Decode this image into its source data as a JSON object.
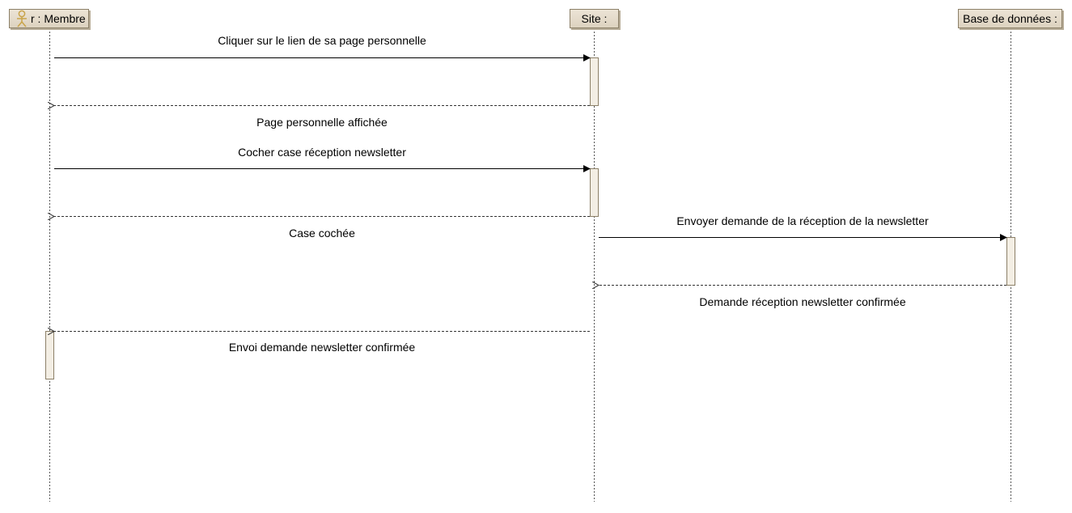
{
  "participants": [
    {
      "id": "membre",
      "label": "r : Membre",
      "icon": "actor-icon"
    },
    {
      "id": "site",
      "label": "Site :"
    },
    {
      "id": "bdd",
      "label": "Base de données :"
    }
  ],
  "messages": [
    {
      "id": "m1",
      "from": "membre",
      "to": "site",
      "kind": "call",
      "label": "Cliquer sur le lien de sa page personnelle"
    },
    {
      "id": "m2",
      "from": "site",
      "to": "membre",
      "kind": "return",
      "label": "Page personnelle affichée"
    },
    {
      "id": "m3",
      "from": "membre",
      "to": "site",
      "kind": "call",
      "label": "Cocher case réception newsletter"
    },
    {
      "id": "m4",
      "from": "site",
      "to": "membre",
      "kind": "return",
      "label": "Case cochée"
    },
    {
      "id": "m5",
      "from": "site",
      "to": "bdd",
      "kind": "call",
      "label": "Envoyer demande de la réception de la newsletter"
    },
    {
      "id": "m6",
      "from": "bdd",
      "to": "site",
      "kind": "return",
      "label": "Demande réception newsletter confirmée"
    },
    {
      "id": "m7",
      "from": "site",
      "to": "membre",
      "kind": "return",
      "label": "Envoi demande newsletter confirmée"
    }
  ],
  "colors": {
    "box_fill": "#e6ddcd",
    "box_border": "#8c8068",
    "activation_fill": "#f3eee4",
    "line": "#555555",
    "actor_icon": "#c9a44a"
  }
}
